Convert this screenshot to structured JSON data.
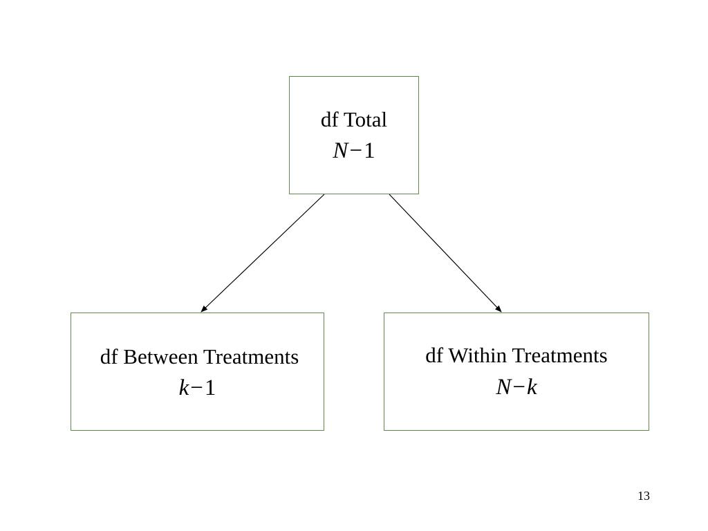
{
  "diagram": {
    "nodes": {
      "total": {
        "label": "df Total",
        "formula": {
          "var": "N",
          "op": "−",
          "term": "1"
        }
      },
      "between": {
        "label": "df Between Treatments",
        "formula": {
          "var": "k",
          "op": "−",
          "term": "1"
        }
      },
      "within": {
        "label": "df Within Treatments",
        "formula": {
          "var": "N",
          "op": "−",
          "term": "k"
        }
      }
    },
    "edges": [
      {
        "from": "total",
        "to": "between"
      },
      {
        "from": "total",
        "to": "within"
      }
    ],
    "border_color": "#5e8a4a",
    "arrow_color": "#000000"
  },
  "page_number": "13"
}
